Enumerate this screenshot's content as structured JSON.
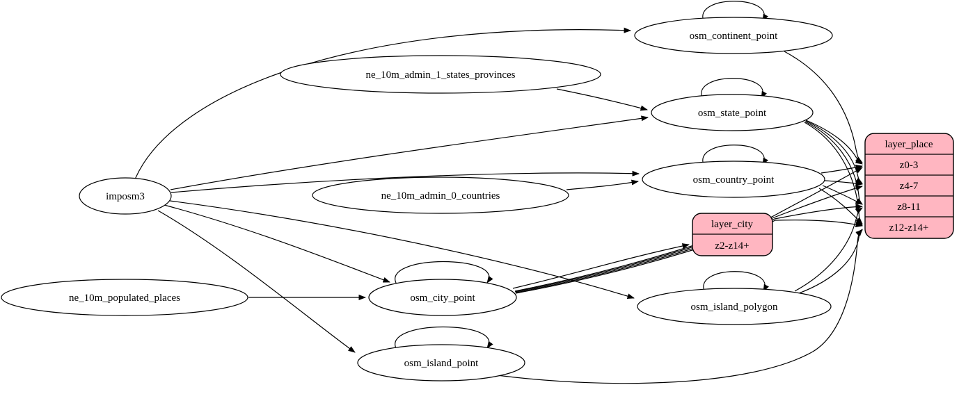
{
  "diagram": {
    "kind": "etl-graph",
    "background_color": "#ffffff",
    "table_fill_color": "#ffffff",
    "layer_fill_color": "#ffb6c1",
    "edge_color": "#000000"
  },
  "nodes": {
    "imposm3": {
      "label": "imposm3"
    },
    "ne_10m_admin_1_states_provinces": {
      "label": "ne_10m_admin_1_states_provinces"
    },
    "ne_10m_admin_0_countries": {
      "label": "ne_10m_admin_0_countries"
    },
    "ne_10m_populated_places": {
      "label": "ne_10m_populated_places"
    },
    "osm_continent_point": {
      "label": "osm_continent_point"
    },
    "osm_state_point": {
      "label": "osm_state_point"
    },
    "osm_country_point": {
      "label": "osm_country_point"
    },
    "osm_city_point": {
      "label": "osm_city_point"
    },
    "osm_island_polygon": {
      "label": "osm_island_polygon"
    },
    "osm_island_point": {
      "label": "osm_island_point"
    }
  },
  "layers": {
    "layer_place": {
      "title": "layer_place",
      "rows": [
        "z0-3",
        "z4-7",
        "z8-11",
        "z12-z14+"
      ]
    },
    "layer_city": {
      "title": "layer_city",
      "rows": [
        "z2-z14+"
      ]
    }
  },
  "edges": [
    {
      "from": "imposm3",
      "to": "osm_continent_point"
    },
    {
      "from": "imposm3",
      "to": "osm_state_point"
    },
    {
      "from": "imposm3",
      "to": "osm_country_point"
    },
    {
      "from": "imposm3",
      "to": "osm_city_point"
    },
    {
      "from": "imposm3",
      "to": "osm_island_polygon"
    },
    {
      "from": "imposm3",
      "to": "osm_island_point"
    },
    {
      "from": "ne_10m_admin_1_states_provinces",
      "to": "osm_state_point"
    },
    {
      "from": "ne_10m_admin_0_countries",
      "to": "osm_country_point"
    },
    {
      "from": "ne_10m_populated_places",
      "to": "osm_city_point"
    },
    {
      "from": "osm_continent_point",
      "to": "osm_continent_point"
    },
    {
      "from": "osm_state_point",
      "to": "osm_state_point"
    },
    {
      "from": "osm_country_point",
      "to": "osm_country_point"
    },
    {
      "from": "osm_city_point",
      "to": "osm_city_point"
    },
    {
      "from": "osm_island_polygon",
      "to": "osm_island_polygon"
    },
    {
      "from": "osm_island_point",
      "to": "osm_island_point"
    },
    {
      "from": "osm_continent_point",
      "to": "layer_place:z0-3"
    },
    {
      "from": "osm_state_point",
      "to": "layer_place:z0-3"
    },
    {
      "from": "osm_state_point",
      "to": "layer_place:z4-7"
    },
    {
      "from": "osm_state_point",
      "to": "layer_place:z8-11"
    },
    {
      "from": "osm_state_point",
      "to": "layer_place:z12-z14+"
    },
    {
      "from": "osm_country_point",
      "to": "layer_place:z0-3"
    },
    {
      "from": "osm_country_point",
      "to": "layer_place:z4-7"
    },
    {
      "from": "osm_country_point",
      "to": "layer_place:z8-11"
    },
    {
      "from": "osm_country_point",
      "to": "layer_place:z12-z14+"
    },
    {
      "from": "osm_city_point",
      "to": "layer_city:z2-z14+"
    },
    {
      "from": "osm_city_point",
      "to": "layer_place:z0-3"
    },
    {
      "from": "osm_city_point",
      "to": "layer_place:z4-7"
    },
    {
      "from": "osm_city_point",
      "to": "layer_place:z8-11"
    },
    {
      "from": "osm_city_point",
      "to": "layer_place:z12-z14+"
    },
    {
      "from": "osm_island_polygon",
      "to": "layer_place:z8-11"
    },
    {
      "from": "osm_island_polygon",
      "to": "layer_place:z12-z14+"
    },
    {
      "from": "osm_island_point",
      "to": "layer_place:z12-z14+"
    }
  ]
}
